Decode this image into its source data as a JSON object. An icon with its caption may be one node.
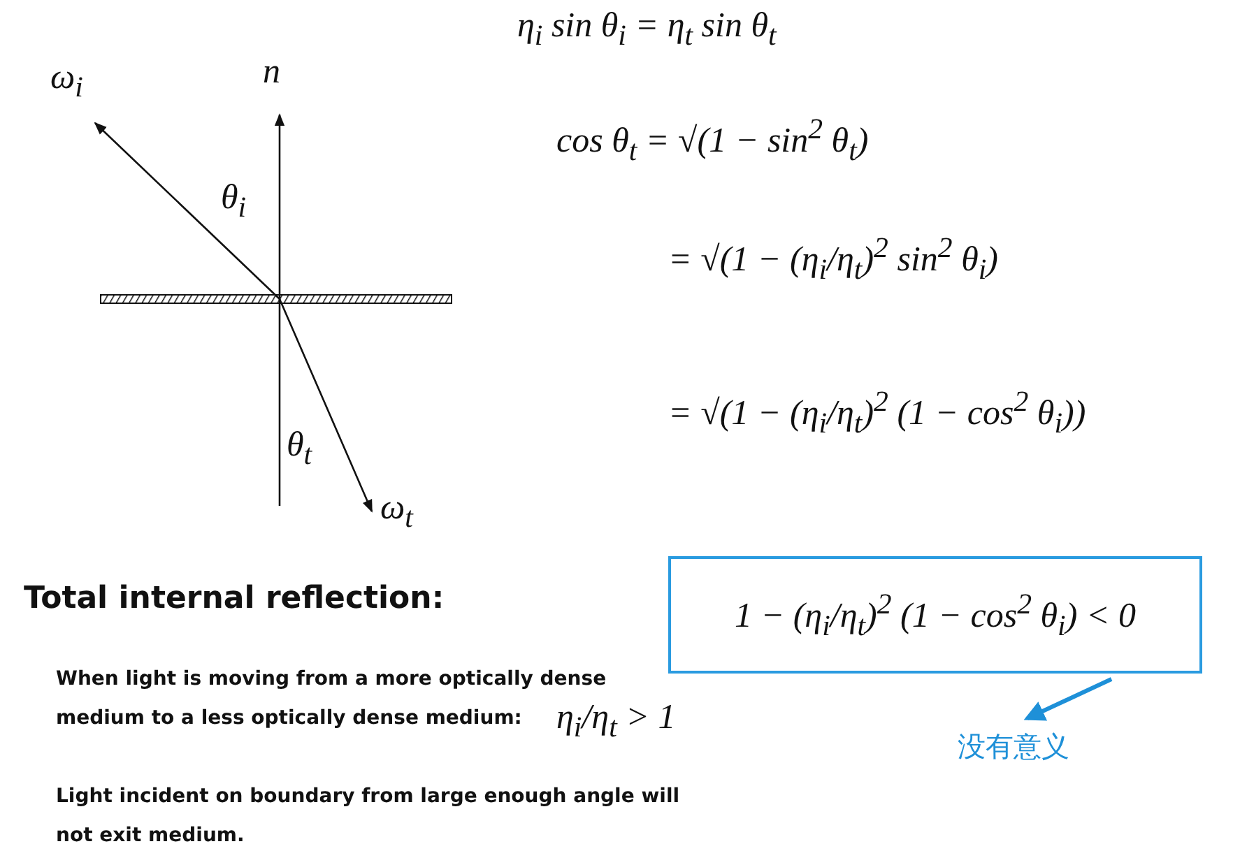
{
  "diagram": {
    "nodes": [
      {
        "text": [
          "1 − (η$_{i}$/η$_{t}$)$^{2}$ (1 − cos$^{2}$ θ$_{i}$) < 0"
        ]
      },
      {
        "text": [
          "没有意义"
        ]
      }
    ],
    "edges": [
      {
        "from": 0,
        "to": 1,
        "arrow": "to",
        "color": "#1e90d8"
      }
    ],
    "labels": [
      "ω$_{i}$",
      "n⃗",
      "θ$_{i}$",
      "θ$_{t}$",
      "ω$_{t}$",
      "η$_{i}$ sin θ$_{i}$ = η$_{t}$ sin θ$_{t}$",
      "cos θ$_{t}$ = √(1 − sin$^{2}$ θ$_{t}$)",
      "= √(1 − (η$_{i}$/η$_{t}$)$^{2}$ sin$^{2}$ θ$_{i}$)",
      "= √(1 − (η$_{i}$/η$_{t}$)$^{2}$ (1 − cos$^{2}$ θ$_{i}$))",
      "Total internal reflection:",
      "When light is moving from a more optically dense medium to a less optically dense medium:",
      "η$_{i}$/η$_{t}$ > 1",
      "Light incident on boundary from large enough angle will not exit medium."
    ]
  }
}
